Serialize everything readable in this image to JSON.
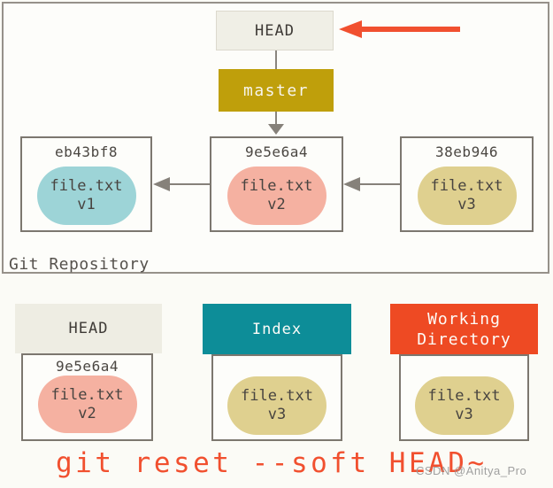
{
  "colors": {
    "accent_red": "#f1502f",
    "branch_gold": "#bf9f0b",
    "index_teal": "#0d8d98",
    "workdir_orange": "#ee4a23",
    "blob_teal": "#9dd4d7",
    "blob_salmon": "#f5b1a1",
    "blob_tan": "#dfd08f",
    "cream": "#f0efe6",
    "border_gray": "#7c776f",
    "arrow_gray": "#86817a",
    "text_dark": "#484440"
  },
  "repo": {
    "label": "Git Repository",
    "head": "HEAD",
    "branch": "master",
    "commits": [
      {
        "hash": "eb43bf8",
        "file": "file.txt",
        "version": "v1"
      },
      {
        "hash": "9e5e6a4",
        "file": "file.txt",
        "version": "v2"
      },
      {
        "hash": "38eb946",
        "file": "file.txt",
        "version": "v3"
      }
    ]
  },
  "trees": {
    "head": {
      "label": "HEAD",
      "hash": "9e5e6a4",
      "file": "file.txt",
      "version": "v2"
    },
    "index": {
      "label": "Index",
      "file": "file.txt",
      "version": "v3"
    },
    "workdir": {
      "label": "Working Directory",
      "file": "file.txt",
      "version": "v3"
    }
  },
  "caption": "git reset --soft HEAD~",
  "watermark": "CSDN @Anitya_Pro"
}
